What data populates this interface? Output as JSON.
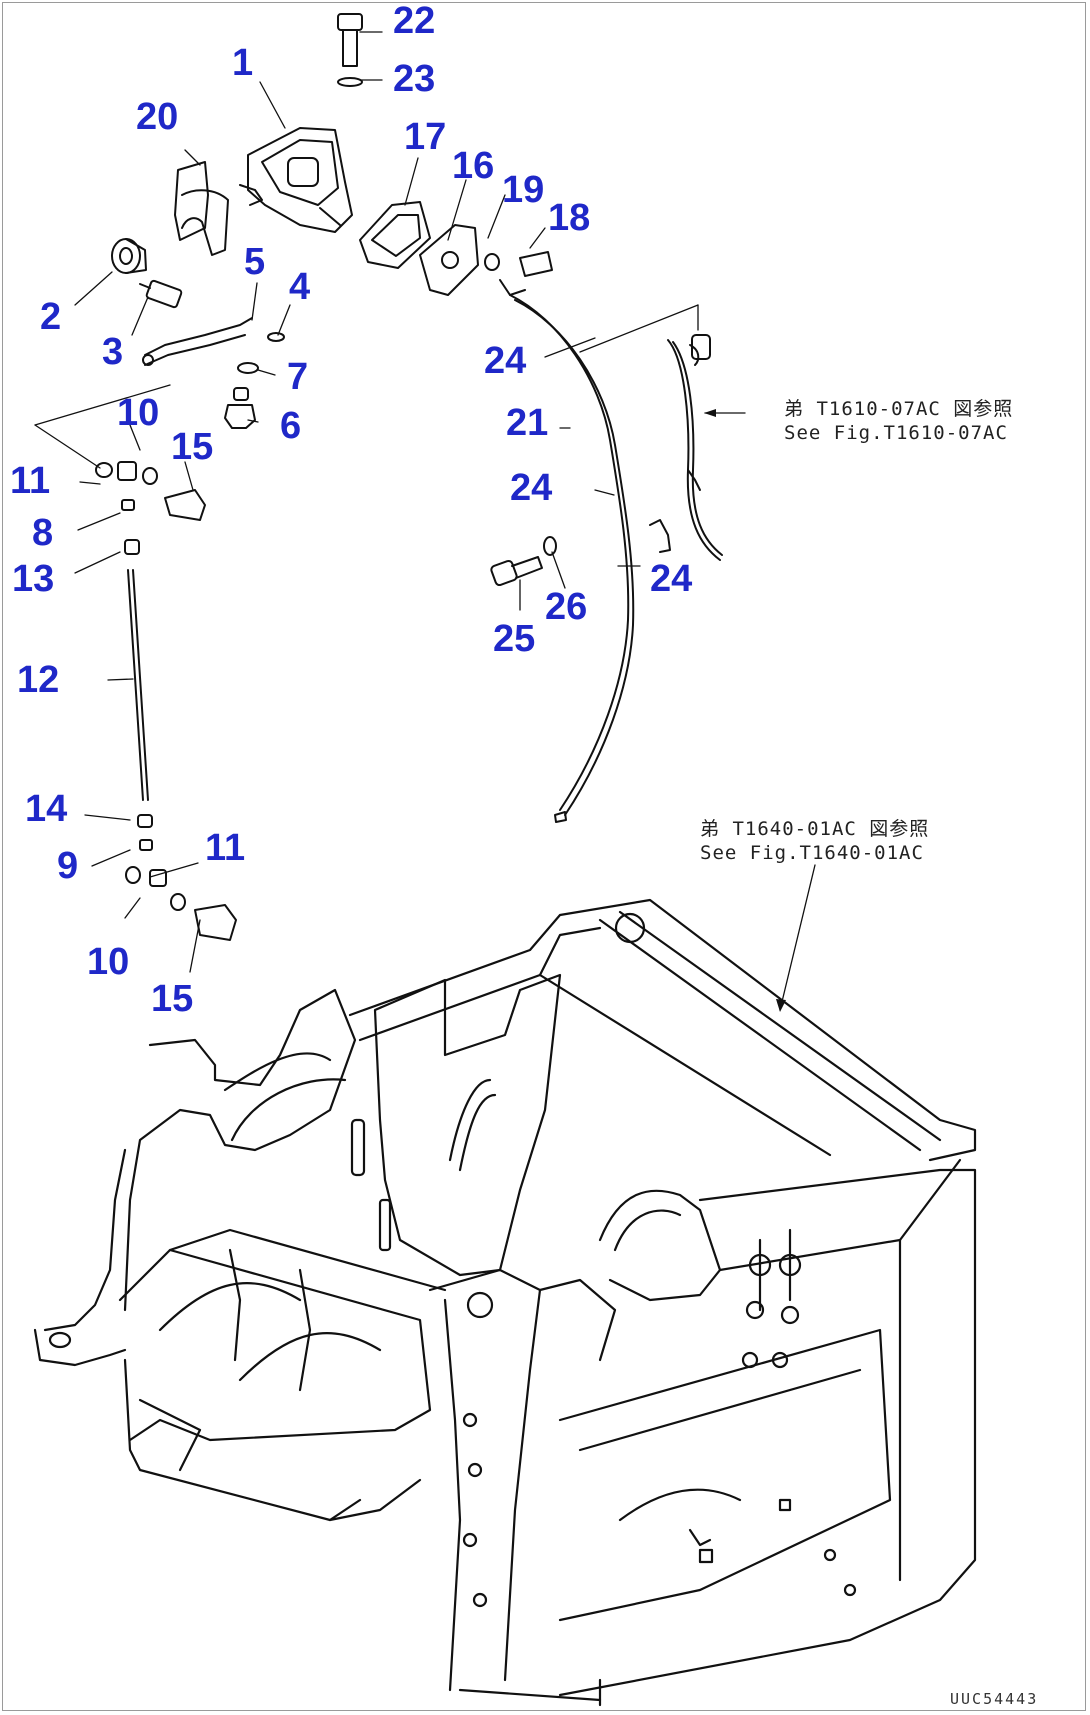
{
  "diagram": {
    "callouts": {
      "c1": "1",
      "c2": "2",
      "c3": "3",
      "c4": "4",
      "c5": "5",
      "c6": "6",
      "c7": "7",
      "c8": "8",
      "c9": "9",
      "c10a": "10",
      "c10b": "10",
      "c11a": "11",
      "c11b": "11",
      "c12": "12",
      "c13": "13",
      "c14": "14",
      "c15a": "15",
      "c15b": "15",
      "c16": "16",
      "c17": "17",
      "c18": "18",
      "c19": "19",
      "c20": "20",
      "c21": "21",
      "c22": "22",
      "c23": "23",
      "c24a": "24",
      "c24b": "24",
      "c24c": "24",
      "c25": "25",
      "c26": "26"
    },
    "ref_upper": {
      "line1": "弟 T1610-07AC 図参照",
      "line2": "See Fig.T1610-07AC"
    },
    "ref_lower": {
      "line1": "弟 T1640-01AC 図参照",
      "line2": "See Fig.T1640-01AC"
    },
    "image_code": "UUC54443"
  },
  "colors": {
    "callout": "#1f28c8",
    "line_art": "#111111",
    "background": "#ffffff"
  }
}
